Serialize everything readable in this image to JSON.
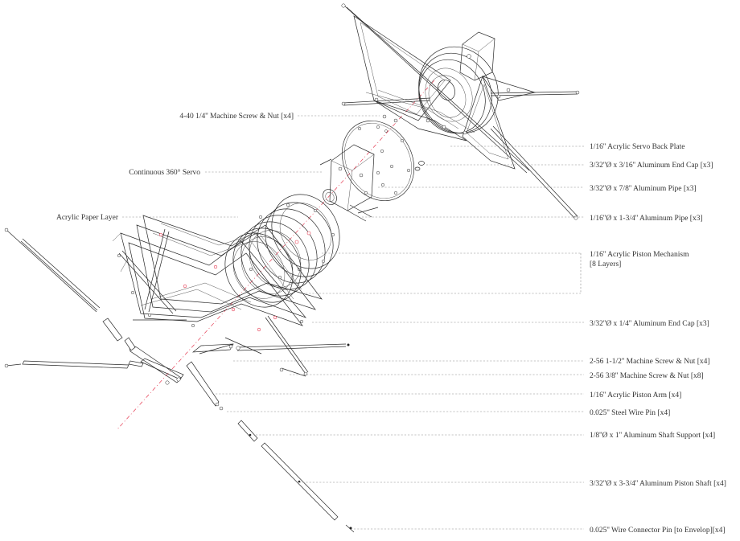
{
  "labels_right": [
    "1/16'' Acrylic Servo Back Plate",
    "3/32''Ø x 3/16'' Aluminum End Cap [x3]",
    "3/32''Ø x 7/8'' Aluminum Pipe [x3]",
    "1/16''Ø x 1-3/4'' Aluminum Pipe [x3]",
    "1/16'' Acrylic Piston Mechanism",
    "[8 Layers]",
    "3/32''Ø x 1/4'' Aluminum End Cap [x3]",
    "2-56 1-1/2'' Machine Screw & Nut [x4]",
    "2-56 3/8'' Machine Screw & Nut [x8]",
    "1/16'' Acrylic Piston Arm [x4]",
    "0.025'' Steel Wire Pin [x4]",
    "1/8''Ø x 1'' Aluminum Shaft Support [x4]",
    "3/32''Ø x 3-3/4'' Aluminum Piston Shaft [x4]",
    "0.025'' Wire Connector Pin [to Envelop][x4]"
  ],
  "labels_left": [
    "4-40 1/4'' Machine Screw & Nut [x4]",
    "Continuous 360° Servo",
    "Acrylic Paper Layer"
  ],
  "colors": {
    "line": "#2a2a2a",
    "leader": "#8a8a8a",
    "axis": "#e53950",
    "text": "#333333"
  }
}
